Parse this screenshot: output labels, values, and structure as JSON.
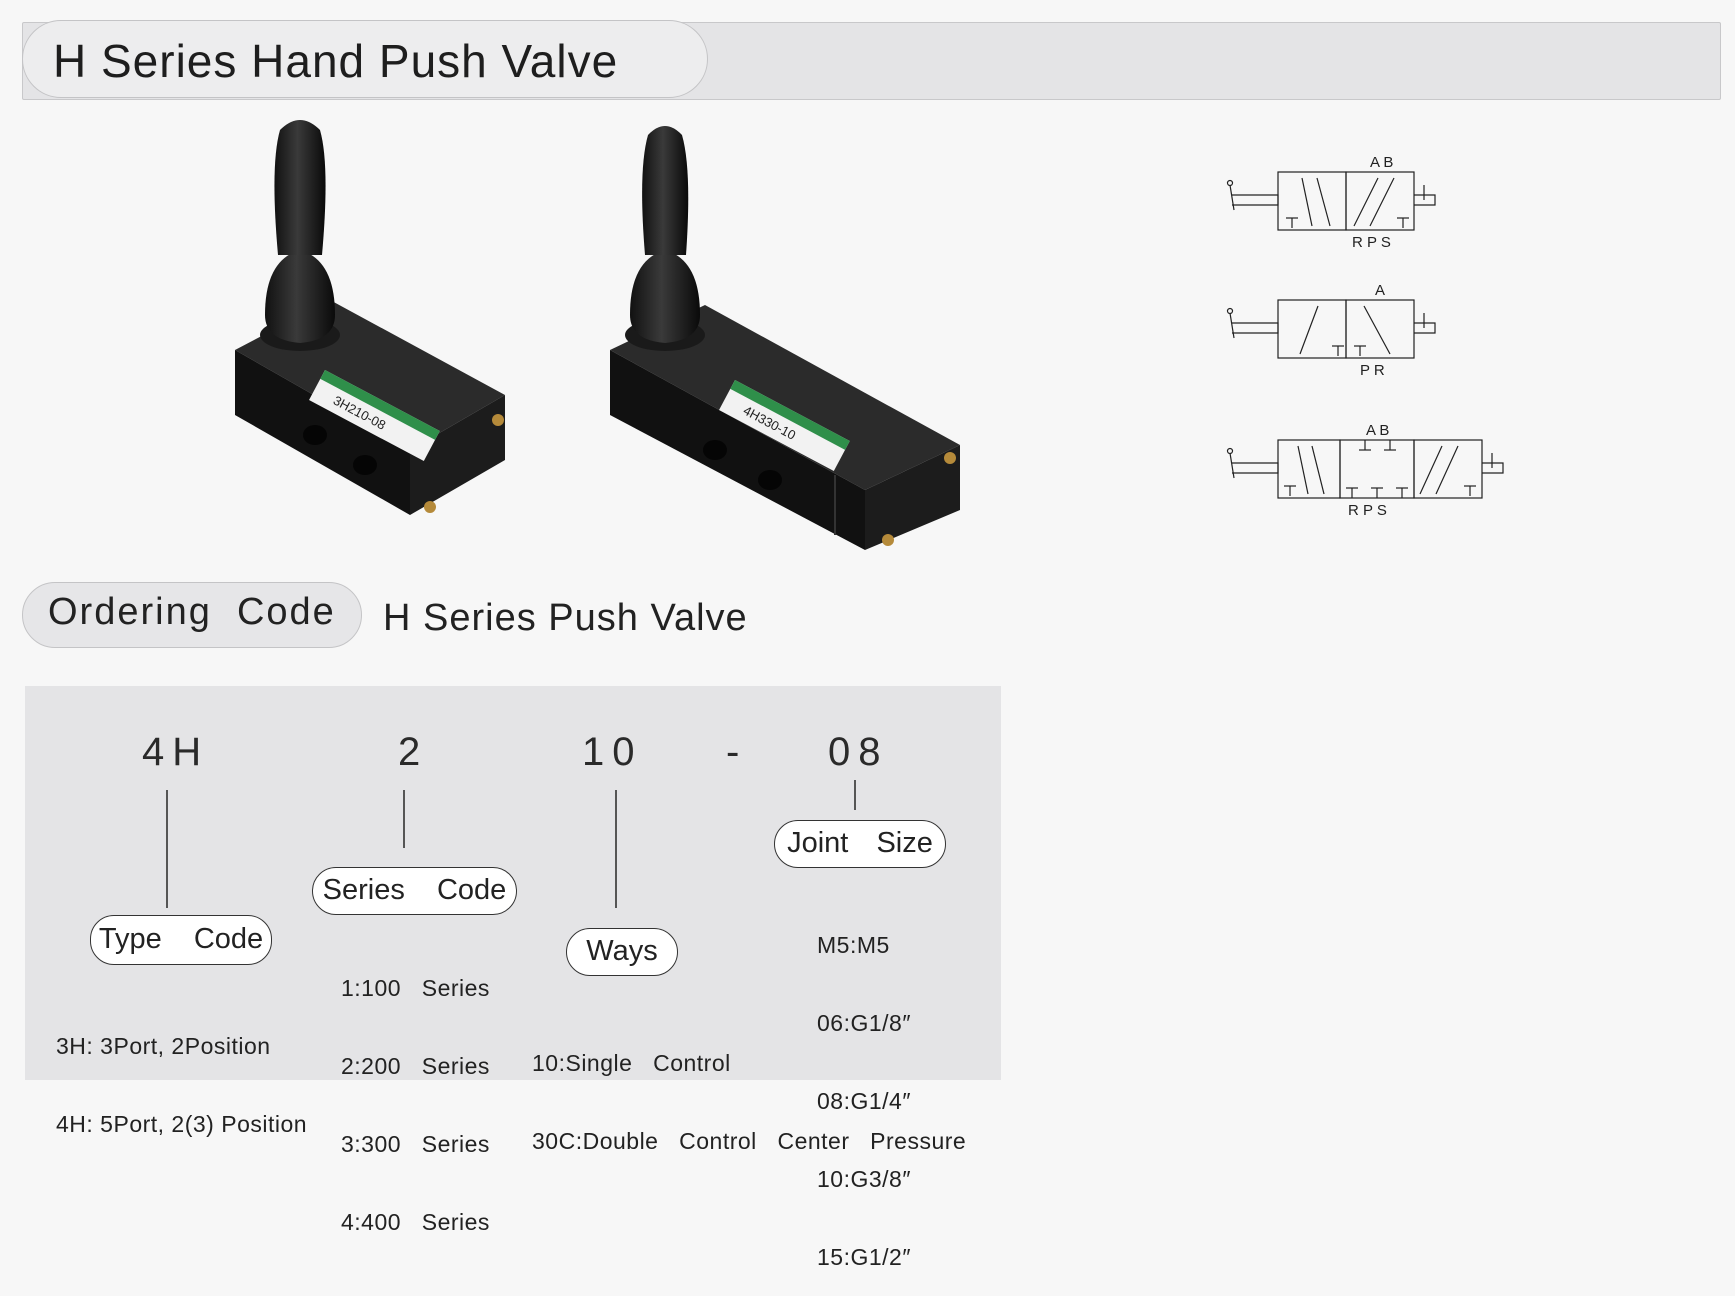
{
  "header": {
    "title": "H Series Hand Push Valve"
  },
  "products": [
    {
      "model_label": "3H210-08"
    },
    {
      "model_label": "4H330-10"
    }
  ],
  "symbols": {
    "s1": {
      "top": "A  B",
      "bottom": "R  P   S"
    },
    "s2": {
      "top": "A",
      "bottom": "P      R"
    },
    "s3": {
      "top": "A  B",
      "bottom": "R  P   S"
    }
  },
  "ordering": {
    "label": "Ordering  Code",
    "subtitle": "H Series Push Valve",
    "code_parts": {
      "type": "4H",
      "series": "2",
      "ways": "10",
      "dash": "-",
      "joint": "08"
    },
    "type_code": {
      "label": "Type  Code",
      "options": [
        "3H: 3Port, 2Position",
        "4H: 5Port, 2(3) Position"
      ]
    },
    "series_code": {
      "label": "Series  Code",
      "options": [
        "1:100   Series",
        "2:200   Series",
        "3:300   Series",
        "4:400   Series"
      ]
    },
    "ways": {
      "label": "Ways",
      "options": [
        "10:Single   Control",
        "30C:Double   Control   Center   Pressure"
      ]
    },
    "joint_size": {
      "label": "Joint  Size",
      "options": [
        "M5:M5",
        "06:G1/8″",
        "08:G1/4″",
        "10:G3/8″",
        "15:G1/2″"
      ]
    }
  }
}
